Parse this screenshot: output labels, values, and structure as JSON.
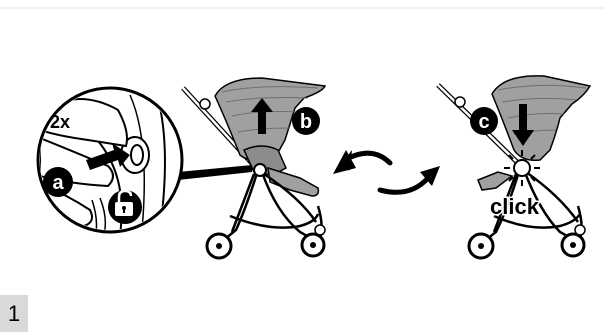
{
  "figure": {
    "step_number": "1",
    "callouts": {
      "repeat_count": "2x",
      "label_a": "a",
      "label_b": "b",
      "label_c": "c",
      "click_text": "click"
    }
  },
  "icons": {
    "unlock": "unlock-padlock-icon",
    "push_arrow": "push-arrow-icon",
    "up_arrow": "up-arrow-icon",
    "down_arrow": "down-arrow-icon",
    "rotate_arrows": "rotate-arrows-icon",
    "click_burst": "click-burst-icon"
  },
  "colors": {
    "line": "#000000",
    "canopy": "#a0a0a0",
    "canopy_dark": "#8c8c8c",
    "step_box": "#d9d9d9",
    "background": "#ffffff"
  }
}
